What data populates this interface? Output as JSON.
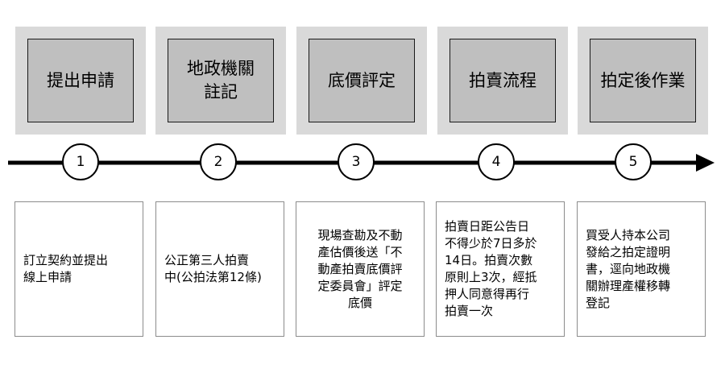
{
  "steps": [
    {
      "title": "提出申請",
      "number": "1",
      "description": "訂立契約並提出\n線上申請"
    },
    {
      "title": "地政機關\n註記",
      "number": "2",
      "description": "公正第三人拍賣\n中(公拍法第12條)"
    },
    {
      "title": "底價評定",
      "number": "3",
      "description": "現場查勘及不動\n產估價後送「不\n動產拍賣底價評\n定委員會」評定\n底價"
    },
    {
      "title": "拍賣流程",
      "number": "4",
      "description": "拍賣日距公告日\n不得少於7日多於\n14日。拍賣次數\n原則上3次，經抵\n押人同意得再行\n拍賣一次"
    },
    {
      "title": "拍定後作業",
      "number": "5",
      "description": "買受人持本公司\n發給之拍定證明\n書，逕向地政機\n關辦理產權移轉\n登記"
    }
  ],
  "colors": {
    "outer_box": "#d9d9d9",
    "inner_box": "#bfbfbf",
    "line": "#000000"
  }
}
